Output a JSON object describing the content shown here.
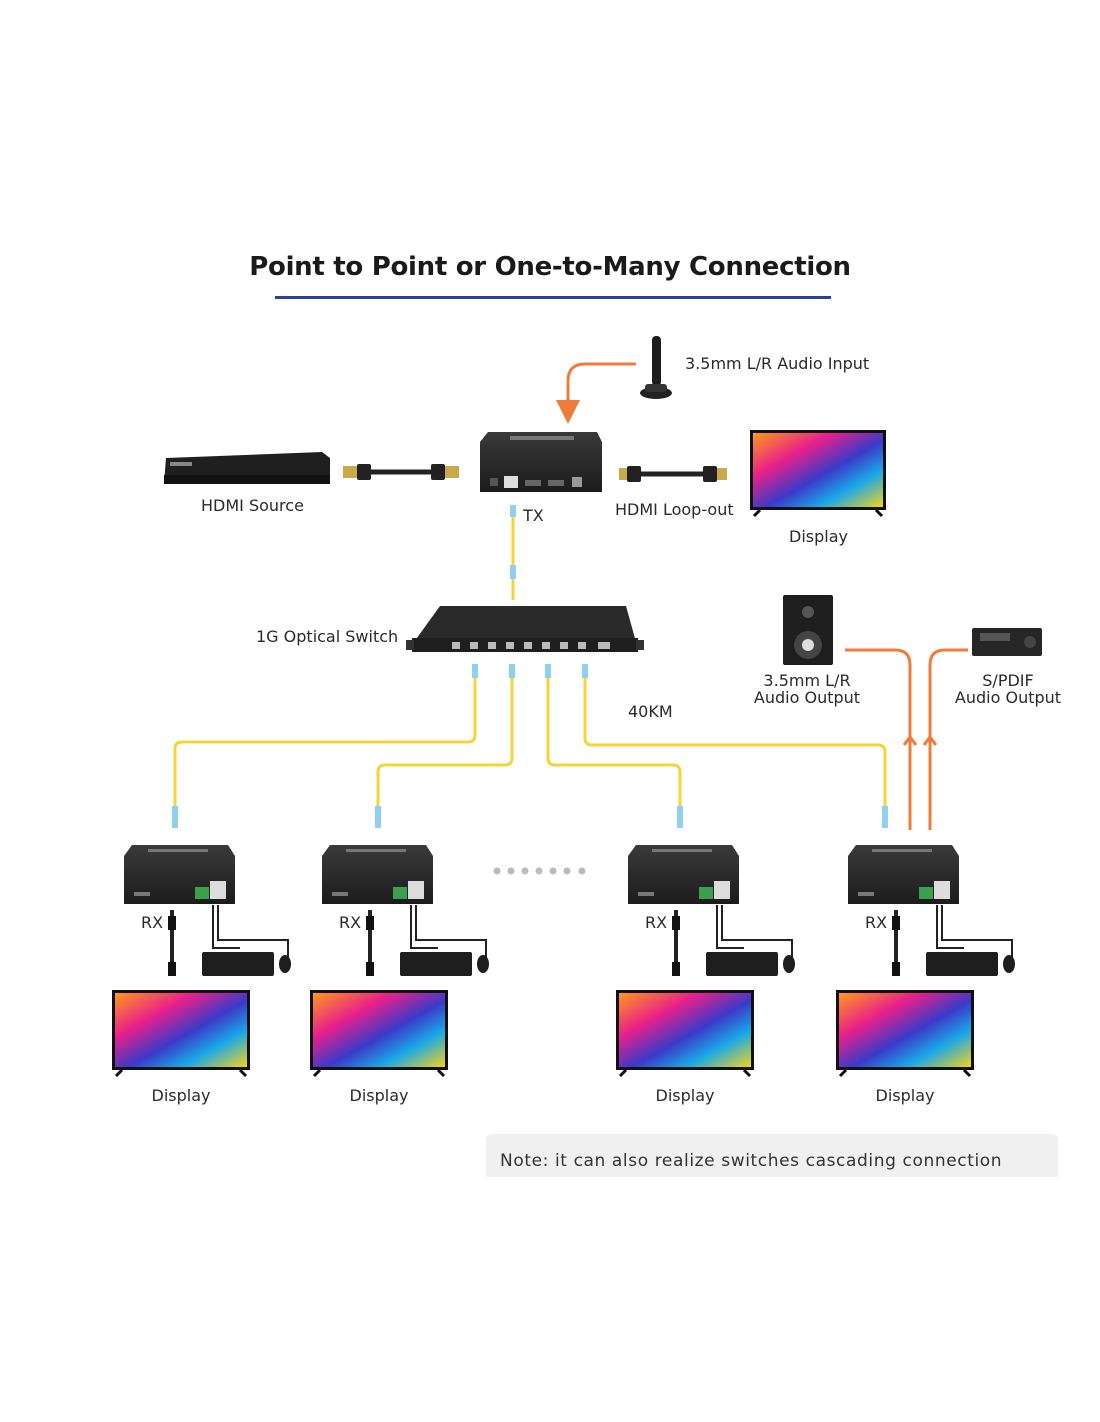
{
  "title": "Point to Point or One-to-Many Connection",
  "colors": {
    "accent": "#2b3f9e",
    "fiber": "#f4d43a",
    "audio": "#f07c3c",
    "device": "#2b2b2b",
    "connector": "#8fd0f0"
  },
  "labels": {
    "audio_input": "3.5mm L/R Audio Input",
    "hdmi_source": "HDMI Source",
    "tx": "TX",
    "hdmi_loopout": "HDMI Loop-out",
    "display_top": "Display",
    "optical_switch": "1G Optical Switch",
    "audio_output_line1": "3.5mm L/R",
    "audio_output_line2": "Audio Output",
    "spdif_line1": "S/PDIF",
    "spdif_line2": "Audio Output",
    "distance": "40KM"
  },
  "receivers": [
    {
      "rx_label": "RX",
      "display_label": "Display"
    },
    {
      "rx_label": "RX",
      "display_label": "Display"
    },
    {
      "rx_label": "RX",
      "display_label": "Display"
    },
    {
      "rx_label": "RX",
      "display_label": "Display"
    }
  ],
  "note": "Note: it can also realize switches cascading connection"
}
